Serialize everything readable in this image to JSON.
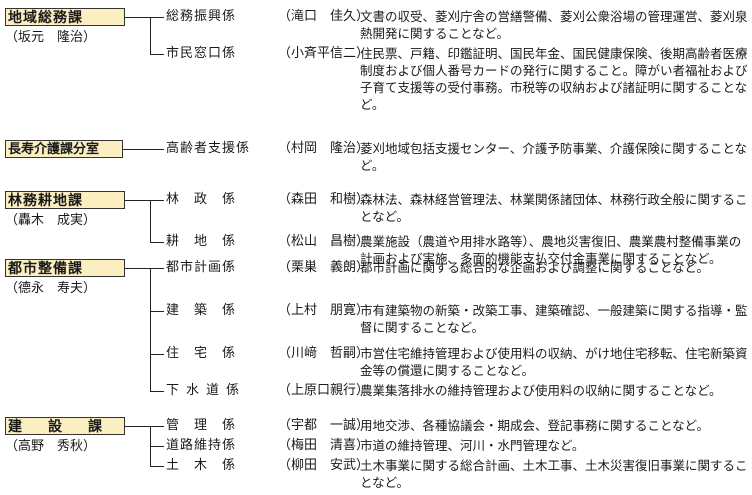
{
  "departments": [
    {
      "name": "地域総務課",
      "chief": "（坂元　隆治）",
      "sections": [
        {
          "name": "総務振興係",
          "head": "（滝口　佳久）",
          "duties": "文書の収受、菱刈庁舎の営繕警備、菱刈公衆浴場の管理運営、菱刈泉熱開発に関することなど。"
        },
        {
          "name": "市民窓口係",
          "head": "（小斉平信二）",
          "duties": "住民票、戸籍、印鑑証明、国民年金、国民健康保険、後期高齢者医療制度および個人番号カードの発行に関すること。障がい者福祉および子育て支援等の受付事務。市税等の収納および諸証明に関することなど。"
        }
      ]
    },
    {
      "name": "長寿介護課分室",
      "chief": "",
      "sections": [
        {
          "name": "高齢者支援係",
          "head": "（村岡　隆治）",
          "duties": "菱刈地域包括支援センター、介護予防事業、介護保険に関することなど。"
        }
      ]
    },
    {
      "name": "林務耕地課",
      "chief": "（轟木　成実）",
      "sections": [
        {
          "name": "林　政　係",
          "head": "（森田　和樹）",
          "duties": "森林法、森林経営管理法、林業関係諸団体、林務行政全般に関することなど。"
        },
        {
          "name": "耕　地　係",
          "head": "（松山　昌樹）",
          "duties": "農業施設（農道や用排水路等）、農地災害復旧、農業農村整備事業の計画および実施、多面的機能支払交付金事業に関することなど。"
        }
      ]
    },
    {
      "name": "都市整備課",
      "chief": "（德永　寿夫）",
      "sections": [
        {
          "name": "都市計画係",
          "head": "（栗巣　義朗）",
          "duties": "都市計画に関する総合的な企画および調整に関することなど。"
        },
        {
          "name": "建　築　係",
          "head": "（上村　朋寛）",
          "duties": "市有建築物の新築・改築工事、建築確認、一般建築に関する指導・監督に関することなど。"
        },
        {
          "name": "住　宅　係",
          "head": "（川﨑　哲嗣）",
          "duties": "市営住宅維持管理および使用料の収納、がけ地住宅移転、住宅新築資金等の償還に関することなど。"
        },
        {
          "name": "下水道係",
          "head": "（上原口親行）",
          "duties": "農業集落排水の維持管理および使用料の収納に関することなど。"
        }
      ]
    },
    {
      "name": "建　設　課",
      "chief": "（高野　秀秋）",
      "sections": [
        {
          "name": "管　理　係",
          "head": "（宇都　一誠）",
          "duties": "用地交渉、各種協議会・期成会、登記事務に関することなど。"
        },
        {
          "name": "道路維持係",
          "head": "（梅田　清喜）",
          "duties": "市道の維持管理、河川・水門管理など。"
        },
        {
          "name": "土　木　係",
          "head": "（柳田　安武）",
          "duties": "土木事業に関する総合計画、土木工事、土木災害復旧事業に関することなど。"
        }
      ]
    }
  ]
}
